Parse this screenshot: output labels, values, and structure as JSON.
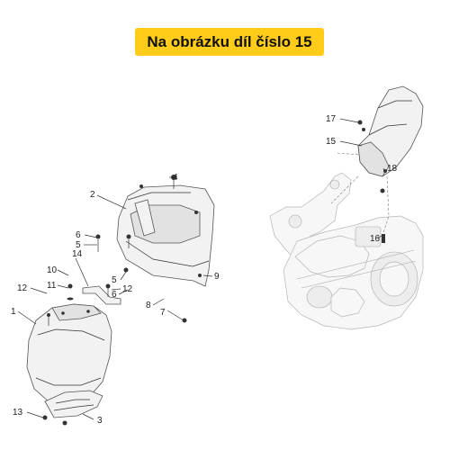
{
  "header": {
    "title": "Na obrázku díl číslo 15"
  },
  "callouts": {
    "c1": "1",
    "c2": "2",
    "c3": "3",
    "c4": "4",
    "c5a": "5",
    "c5b": "5",
    "c6a": "6",
    "c6b": "6",
    "c7": "7",
    "c8": "8",
    "c9": "9",
    "c10": "10",
    "c11": "11",
    "c12a": "12",
    "c12b": "12",
    "c13": "13",
    "c14": "14",
    "c15": "15",
    "c16": "16",
    "c17": "17",
    "c18": "18"
  },
  "colors": {
    "banner": "#ffcc1a",
    "line": "#333333"
  }
}
